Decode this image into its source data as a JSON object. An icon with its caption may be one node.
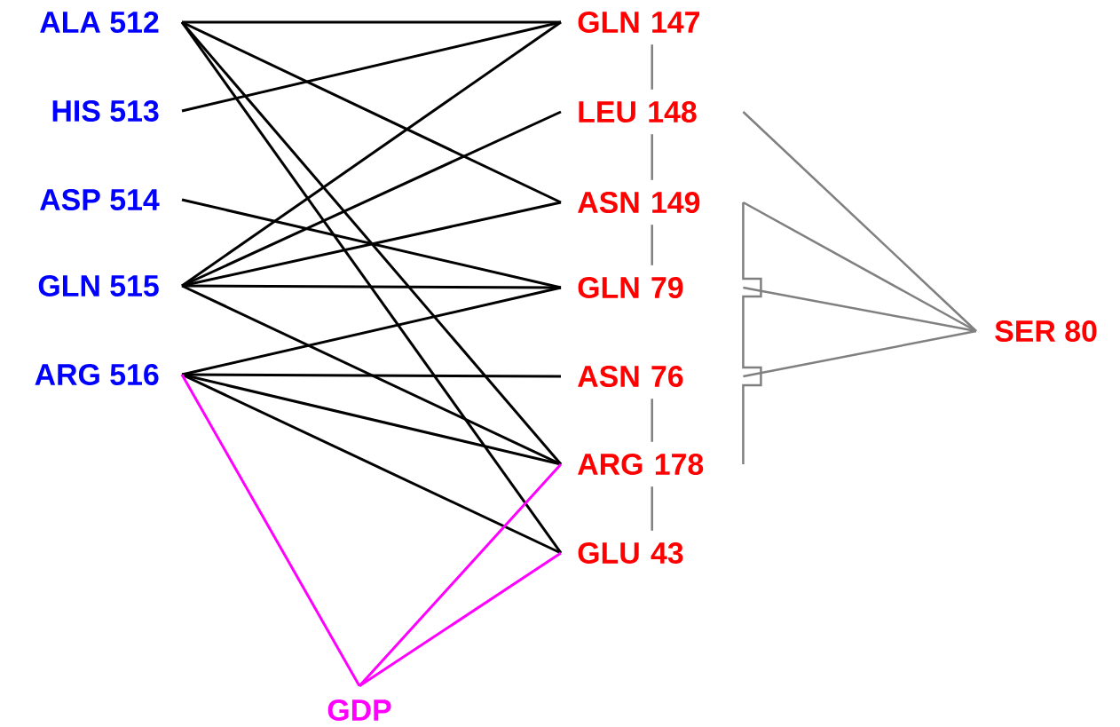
{
  "diagram": {
    "nodes": [
      {
        "text": [
          "ALA 512"
        ]
      },
      {
        "text": [
          "HIS 513"
        ]
      },
      {
        "text": [
          "ASP 514"
        ]
      },
      {
        "text": [
          "GLN 515"
        ]
      },
      {
        "text": [
          "ARG 516"
        ]
      },
      {
        "text": [
          "GLN 147"
        ]
      },
      {
        "text": [
          "LEU 148"
        ]
      },
      {
        "text": [
          "ASN 149"
        ]
      },
      {
        "text": [
          "GLN 79"
        ]
      },
      {
        "text": [
          "ASN 76"
        ]
      },
      {
        "text": [
          "ARG 178"
        ]
      },
      {
        "text": [
          "GLU 43"
        ]
      },
      {
        "text": [
          "SER 80"
        ]
      },
      {
        "text": [
          "GDP"
        ]
      }
    ],
    "edges": [
      {
        "from": 0,
        "to": 5,
        "arrow": "none"
      },
      {
        "from": 0,
        "to": 7,
        "arrow": "none"
      },
      {
        "from": 0,
        "to": 10,
        "arrow": "none"
      },
      {
        "from": 0,
        "to": 11,
        "arrow": "none"
      },
      {
        "from": 1,
        "to": 5,
        "arrow": "none"
      },
      {
        "from": 2,
        "to": 8,
        "arrow": "none"
      },
      {
        "from": 3,
        "to": 5,
        "arrow": "none"
      },
      {
        "from": 3,
        "to": 6,
        "arrow": "none"
      },
      {
        "from": 3,
        "to": 7,
        "arrow": "none"
      },
      {
        "from": 3,
        "to": 8,
        "arrow": "none"
      },
      {
        "from": 3,
        "to": 10,
        "arrow": "none"
      },
      {
        "from": 4,
        "to": 8,
        "arrow": "none"
      },
      {
        "from": 4,
        "to": 9,
        "arrow": "none"
      },
      {
        "from": 4,
        "to": 10,
        "arrow": "none"
      },
      {
        "from": 4,
        "to": 11,
        "arrow": "none"
      },
      {
        "from": 4,
        "to": 13,
        "arrow": "none",
        "color": "#ff00ff"
      },
      {
        "from": 13,
        "to": 10,
        "arrow": "none",
        "color": "#ff00ff"
      },
      {
        "from": 13,
        "to": 11,
        "arrow": "none",
        "color": "#ff00ff"
      },
      {
        "from": 6,
        "to": 12,
        "arrow": "none",
        "color": "#808080"
      },
      {
        "from": 7,
        "to": 12,
        "arrow": "none",
        "color": "#808080"
      },
      {
        "from": 8,
        "to": 12,
        "arrow": "none",
        "color": "#808080"
      },
      {
        "from": 9,
        "to": 12,
        "arrow": "none",
        "color": "#808080"
      },
      {
        "from": 7,
        "to": 10,
        "arrow": "none",
        "color": "#808080"
      },
      {
        "from": 5,
        "to": 6,
        "arrow": "none",
        "color": "#808080"
      },
      {
        "from": 6,
        "to": 7,
        "arrow": "none",
        "color": "#808080"
      },
      {
        "from": 7,
        "to": 8,
        "arrow": "none",
        "color": "#808080"
      },
      {
        "from": 9,
        "to": 10,
        "arrow": "none",
        "color": "#808080"
      },
      {
        "from": 10,
        "to": 11,
        "arrow": "none",
        "color": "#808080"
      }
    ]
  }
}
